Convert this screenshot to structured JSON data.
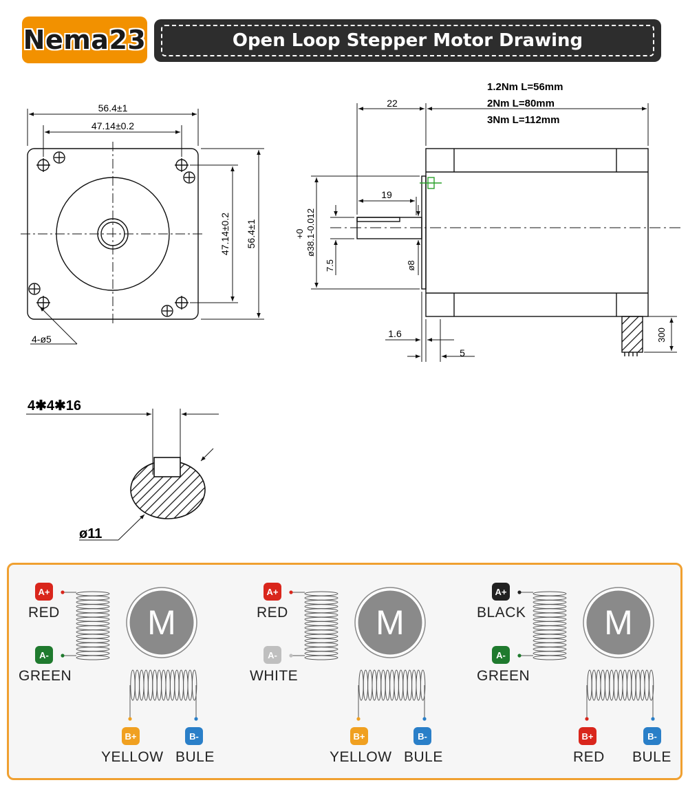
{
  "header": {
    "brand": "Nema23",
    "title": "Open Loop Stepper Motor Drawing"
  },
  "front_view": {
    "dim_width": "56.4±1",
    "dim_hole_spacing": "47.14±0.2",
    "dim_hole_spacing_vertical": "47.14±0.2",
    "dim_height": "56.4±1",
    "hole_callout": "4-ø5"
  },
  "side_view": {
    "lengths": [
      "1.2Nm L=56mm",
      "2Nm L=80mm",
      "3Nm L=112mm"
    ],
    "dim_shaft_length": "22",
    "dim_flat_length": "19",
    "dim_boss_tol": "+0\n-0.012",
    "dim_boss_diameter": "ø38.1-0.012",
    "dim_boss_plus": "+0",
    "dim_shaft_offset": "7.5",
    "dim_shaft_diameter": "ø8",
    "dim_boss_height": "1.6",
    "dim_flange": "5",
    "dim_cable": "300"
  },
  "key_view": {
    "key_size": "4✱4✱16",
    "diameter": "ø11"
  },
  "wiring": {
    "motor_symbol": "M",
    "colors": {
      "red": "#d9261c",
      "green": "#1f7a2e",
      "yellow": "#f0a020",
      "blue": "#2a7fc8",
      "black": "#222222",
      "white": "#bfbfbf",
      "panel_border": "#f0a030",
      "badge_bg": "#f29100"
    },
    "diagrams": [
      {
        "a_plus": {
          "badge": "A+",
          "label": "RED"
        },
        "a_minus": {
          "badge": "A-",
          "label": "GREEN"
        },
        "b_plus": {
          "badge": "B+",
          "label": "YELLOW"
        },
        "b_minus": {
          "badge": "B-",
          "label": "BULE"
        }
      },
      {
        "a_plus": {
          "badge": "A+",
          "label": "RED"
        },
        "a_minus": {
          "badge": "A-",
          "label": "WHITE"
        },
        "b_plus": {
          "badge": "B+",
          "label": "YELLOW"
        },
        "b_minus": {
          "badge": "B-",
          "label": "BULE"
        }
      },
      {
        "a_plus": {
          "badge": "A+",
          "label": "BLACK"
        },
        "a_minus": {
          "badge": "A-",
          "label": "GREEN"
        },
        "b_plus": {
          "badge": "B+",
          "label": "RED"
        },
        "b_minus": {
          "badge": "B-",
          "label": "BULE"
        }
      }
    ]
  }
}
